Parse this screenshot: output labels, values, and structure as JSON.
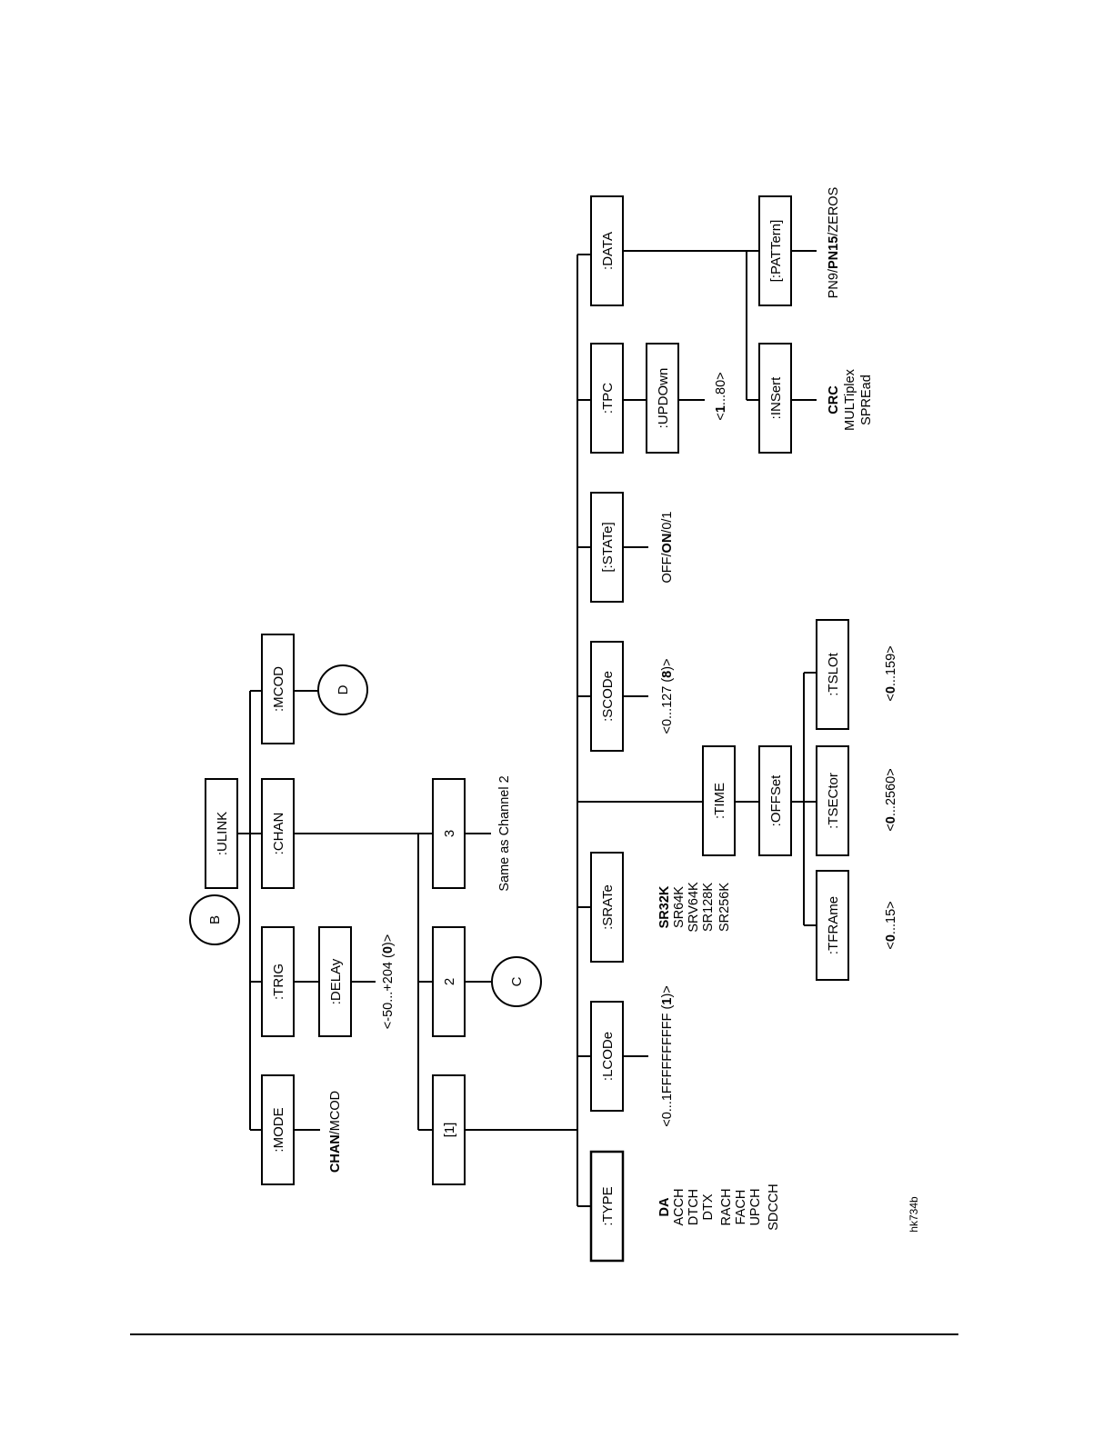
{
  "connectors": {
    "b": "B",
    "c": "C",
    "d": "D"
  },
  "nodes": {
    "ulink": ":ULINK",
    "mode": ":MODE",
    "trig": ":TRIG",
    "chan": ":CHAN",
    "mcod": ":MCOD",
    "delay": ":DELAy",
    "ch1": "[1]",
    "ch2": "2",
    "ch3": "3",
    "type": ":TYPE",
    "lcode": ":LCODe",
    "srate": ":SRATe",
    "time": ":TIME",
    "offset": ":OFFSet",
    "tframe": ":TFRAme",
    "tsector": ":TSECtor",
    "tslot": ":TSLOt",
    "scode": ":SCODe",
    "state": "[:STATe]",
    "tpc": ":TPC",
    "updown": ":UPDOwn",
    "data": ":DATA",
    "insert": ":INSert",
    "pattern": "[:PATTern]"
  },
  "values": {
    "mode": {
      "default": "CHAN",
      "rest": "/MCOD"
    },
    "delay": {
      "pre": "<-50...+204 (",
      "default": "0",
      "post": ")>"
    },
    "ch3": "Same as Channel 2",
    "type": {
      "default": "DA",
      "options": [
        "ACCH",
        "DTCH",
        "DTX",
        "RACH",
        "FACH",
        "UPCH",
        "SDCCH"
      ]
    },
    "lcode": {
      "pre": "<0...1FFFFFFFFFF (",
      "default": "1",
      "post": ")>"
    },
    "srate": {
      "default": "SR32K",
      "options": [
        "SR64K",
        "SRV64K",
        "SR128K",
        "SR256K"
      ]
    },
    "tframe": {
      "pre": "<",
      "default": "0",
      "post": "...15>"
    },
    "tsector": {
      "pre": "<",
      "default": "0",
      "post": "...2560>"
    },
    "tslot": {
      "pre": "<",
      "default": "0",
      "post": "...159>"
    },
    "scode": {
      "pre": "<0...127 (",
      "default": "8",
      "post": ")>"
    },
    "state": {
      "pre": "OFF/",
      "default": "ON",
      "post": "/0/1"
    },
    "updown": {
      "pre": "<",
      "default": "1",
      "post": "...80>"
    },
    "insert": {
      "default": "CRC",
      "options": [
        "MULTiplex",
        "SPREad"
      ]
    },
    "pattern": {
      "pre": "PN9/",
      "default": "PN15",
      "post": "/ZEROS"
    }
  },
  "figure_id": "hk734b"
}
